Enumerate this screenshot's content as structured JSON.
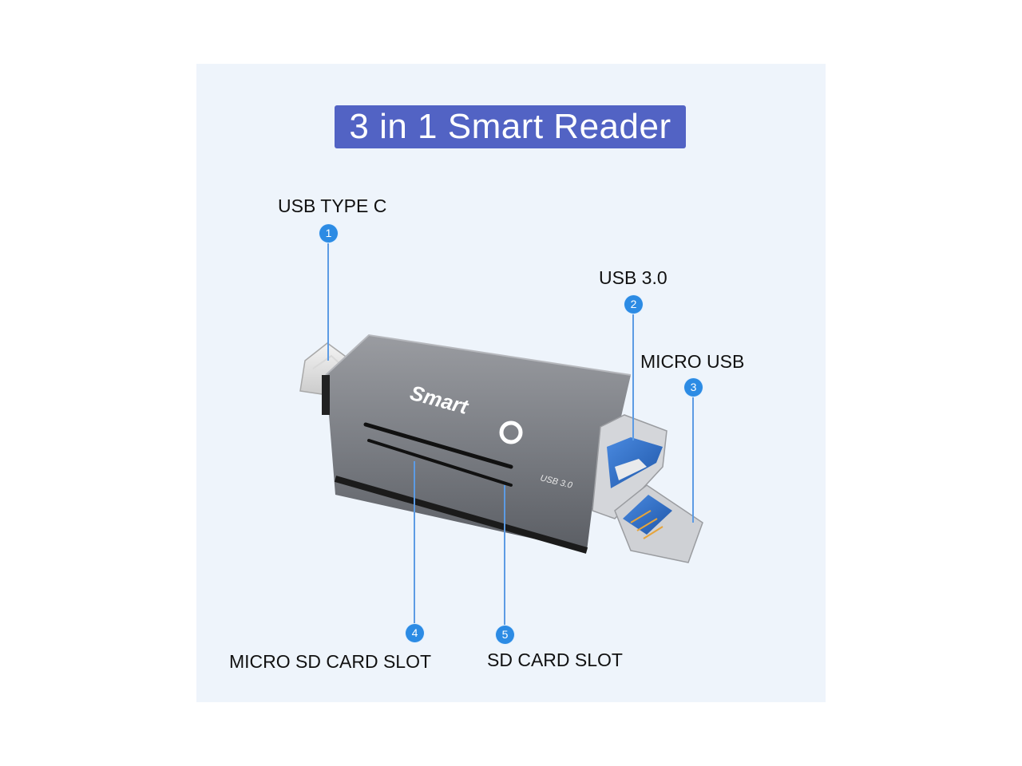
{
  "title": "3 in 1 Smart Reader",
  "brand": {
    "logo_text": "Smart",
    "body_print": "USB 3.0"
  },
  "callouts": [
    {
      "number": "1",
      "label": "USB TYPE C"
    },
    {
      "number": "2",
      "label": "USB 3.0"
    },
    {
      "number": "3",
      "label": "MICRO USB"
    },
    {
      "number": "4",
      "label": "MICRO SD CARD SLOT"
    },
    {
      "number": "5",
      "label": "SD CARD SLOT"
    }
  ],
  "colors": {
    "title_bg": "#5263c4",
    "marker": "#2c8be4",
    "panel_bg": "#eef4fb",
    "connector_blue": "#2f6fc6"
  }
}
